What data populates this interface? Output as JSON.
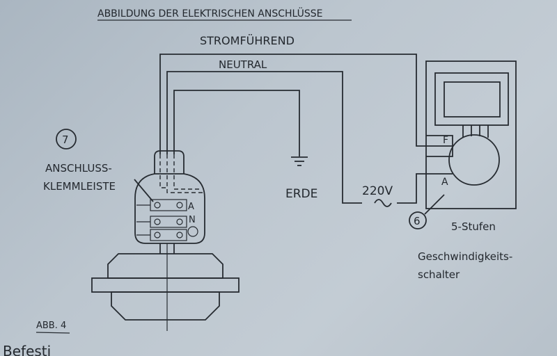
{
  "title": "ABBILDUNG DER ELEKTRISCHEN ANSCHLÜSSE",
  "wires": {
    "live": "STROMFÜHREND",
    "neutral": "NEUTRAL",
    "earth": "ERDE",
    "voltage": "220V"
  },
  "terminal_block": {
    "number": "7",
    "label_line1": "ANSCHLUSS-",
    "label_line2": "KLEMMLEISTE",
    "terminals": [
      "A",
      "N"
    ]
  },
  "switch": {
    "number": "6",
    "terminal_f": "F",
    "terminal_a": "A",
    "label": "5-Stufen",
    "desc_line1": "Geschwindigkeits-",
    "desc_line2": "schalter"
  },
  "figure_label": "ABB. 4",
  "footer_text": "Befesti"
}
